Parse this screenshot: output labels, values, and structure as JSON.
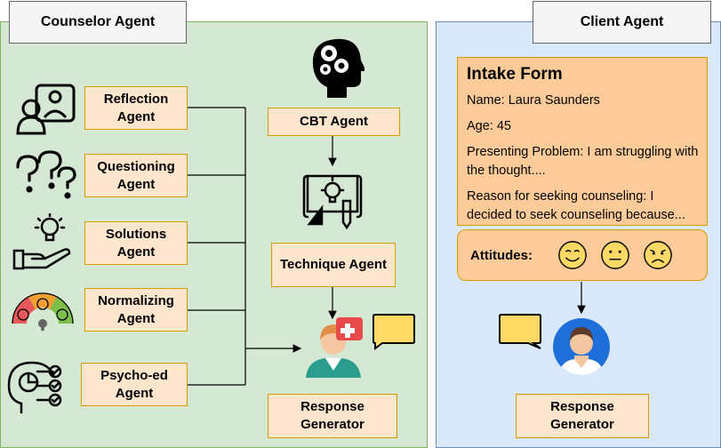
{
  "counselor": {
    "title": "Counselor Agent",
    "agents": [
      "Reflection\nAgent",
      "Questioning\nAgent",
      "Solutions\nAgent",
      "Normalizing\nAgent",
      "Psycho-ed\nAgent"
    ],
    "cbt": "CBT Agent",
    "technique": "Technique Agent",
    "response": "Response\nGenerator"
  },
  "client": {
    "title": "Client Agent",
    "intake": {
      "title": "Intake Form",
      "name": "Name: Laura Saunders",
      "age": "Age: 45",
      "problem": "Presenting Problem: I am struggling with the thought....",
      "reason": "Reason for seeking counseling: I decided to seek counseling because..."
    },
    "attitudes_label": "Attitudes:",
    "response": "Response\nGenerator"
  },
  "colors": {
    "counselor_bg": "#d5e8d4",
    "client_bg": "#dae8fc",
    "agent_box": "#ffe6cc",
    "intake_box": "#ffcc99",
    "speech_bubble": "#ffd966",
    "emoji": "#ffd966"
  },
  "icons": [
    "person-frame-icon",
    "question-marks-icon",
    "idea-hand-icon",
    "emotion-gauge-icon",
    "head-checklist-icon",
    "head-gears-icon",
    "blueprint-icon",
    "doctor-avatar-icon",
    "speech-bubble-icon",
    "client-avatar-icon",
    "happy-face-icon",
    "neutral-face-icon",
    "sad-face-icon"
  ]
}
